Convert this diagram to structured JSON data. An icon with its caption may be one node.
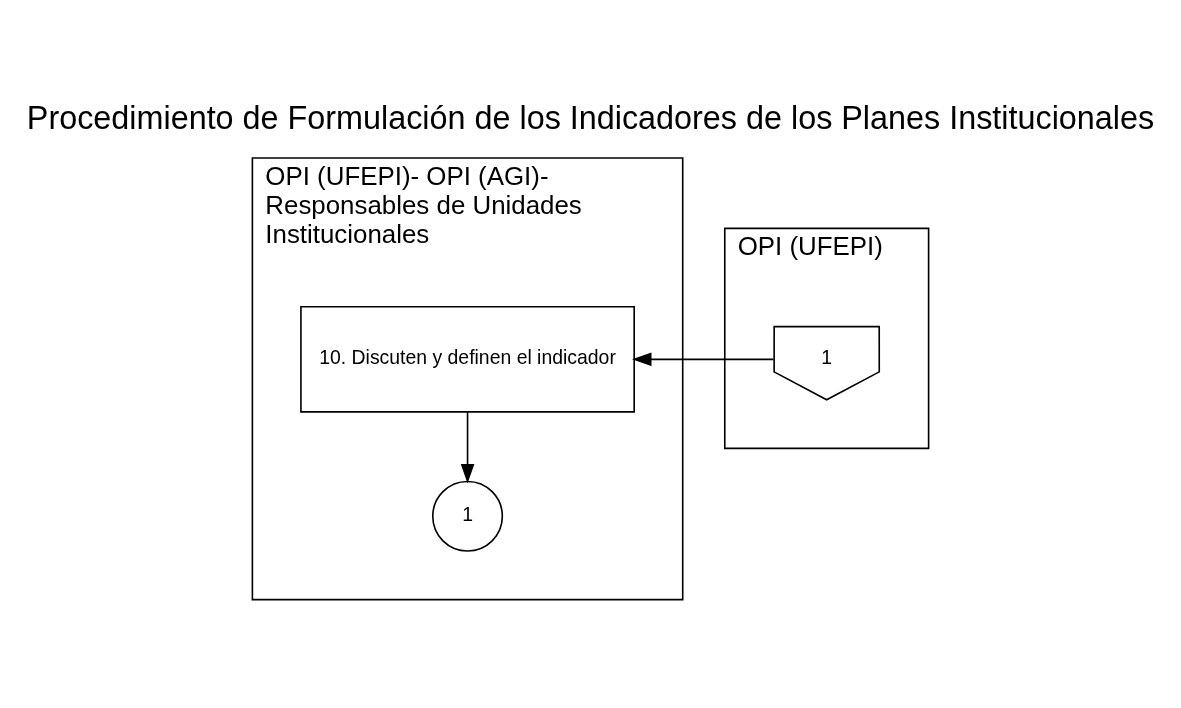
{
  "diagram": {
    "title": "Procedimiento de Formulación de los Indicadores de los Planes Institucionales",
    "nodes": [
      {
        "text": [
          "OPI (UFEPI)- OPI (AGI)- Responsables de Unidades Institucionales"
        ]
      },
      {
        "text": [
          "OPI (UFEPI)"
        ]
      },
      {
        "text": [
          "1"
        ],
        "in": 1
      },
      {
        "text": [
          "10. Discuten y definen el indicador"
        ],
        "in": 0
      },
      {
        "text": [
          "1"
        ],
        "in": 0
      }
    ],
    "edges": [
      {
        "from": 2,
        "to": 3,
        "arrow": "to"
      },
      {
        "from": 3,
        "to": 4,
        "arrow": "to"
      }
    ]
  }
}
